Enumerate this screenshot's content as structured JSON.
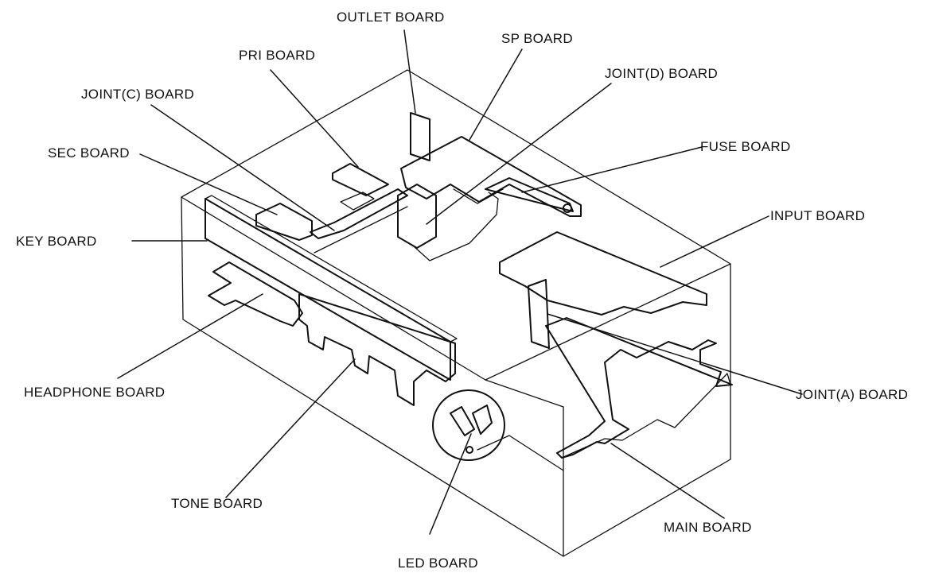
{
  "labels": {
    "outlet": "OUTLET BOARD",
    "sp": "SP BOARD",
    "pri": "PRI BOARD",
    "joint_d": "JOINT(D) BOARD",
    "joint_c": "JOINT(C) BOARD",
    "fuse": "FUSE BOARD",
    "sec": "SEC BOARD",
    "input": "INPUT BOARD",
    "key": "KEY BOARD",
    "headphone": "HEADPHONE BOARD",
    "joint_a": "JOINT(A) BOARD",
    "tone": "TONE BOARD",
    "main": "MAIN BOARD",
    "led": "LED BOARD"
  }
}
